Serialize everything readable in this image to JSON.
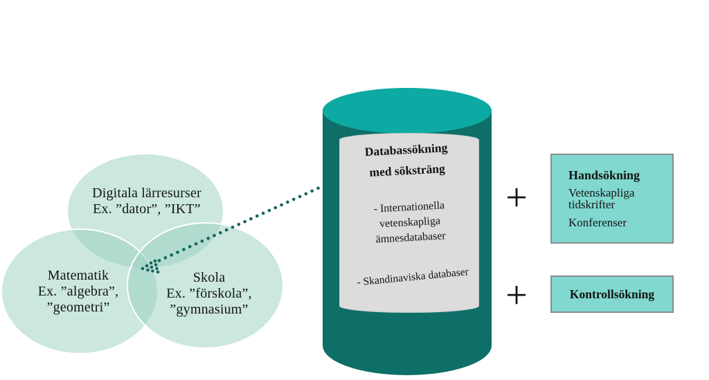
{
  "colors": {
    "ellipse_fill": "#9bd1c185",
    "cylinder_body": "#0d6f68",
    "cylinder_top": "#0caaa2",
    "label_bg": "#dcdcdc",
    "box_fill": "#80d8cf",
    "box_border": "#8b8b8b",
    "dots": "#15655f",
    "text": "#141414"
  },
  "venn": {
    "digitala": {
      "title": "Digitala lärresurser",
      "examples": "Ex. ”dator”, ”IKT”"
    },
    "matematik": {
      "title": "Matematik",
      "examples_line1": "Ex. ”algebra”,",
      "examples_line2": "”geometri”"
    },
    "skola": {
      "title": "Skola",
      "examples_line1": "Ex. ”förskola”,",
      "examples_line2": "”gymnasium”"
    }
  },
  "cylinder_label": {
    "title_line1": "Databassökning",
    "title_line2": "med söksträng",
    "item1_line1": "- Internationella",
    "item1_line2": "vetenskapliga",
    "item1_line3": "ämnesdatabaser",
    "item2": "- Skandinaviska databaser"
  },
  "plus_1": "+",
  "plus_2": "+",
  "hand_box": {
    "title": "Handsökning",
    "line1": "Vetenskapliga tidskrifter",
    "line2": "Konferenser"
  },
  "control_box": {
    "title": "Kontrollsökning"
  }
}
